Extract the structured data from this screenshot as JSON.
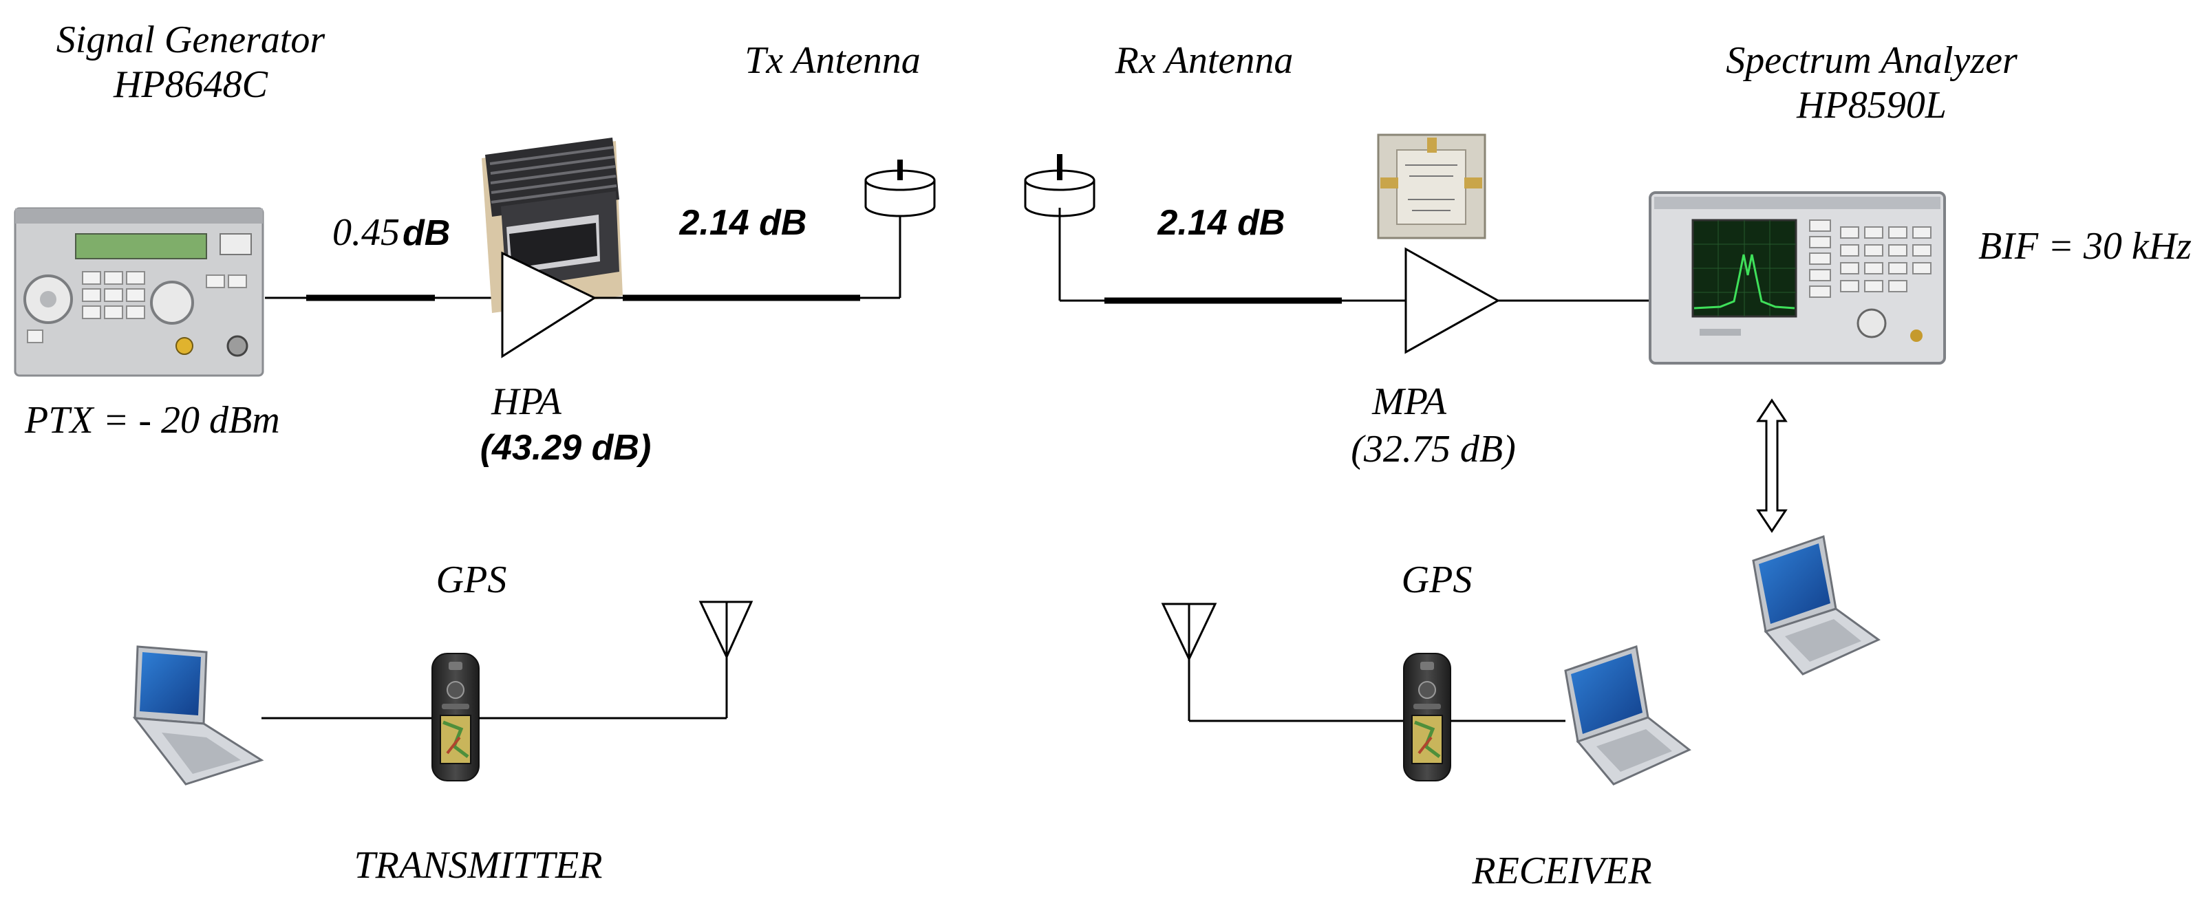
{
  "transmitter": {
    "signal_generator": {
      "title": "Signal Generator",
      "model": "HP8648C"
    },
    "tx_power": "PTX = - 20 dBm",
    "cable1_loss": "0.45",
    "cable1_unit": "dB",
    "hpa": {
      "name": "HPA",
      "gain": "(43.29 dB)"
    },
    "cable2_loss": "2.14 dB",
    "antenna": "Tx Antenna",
    "gps": "GPS",
    "section_title": "TRANSMITTER"
  },
  "receiver": {
    "antenna": "Rx Antenna",
    "cable_loss": "2.14 dB",
    "mpa": {
      "name": "MPA",
      "gain": "(32.75 dB)"
    },
    "spectrum_analyzer": {
      "title": "Spectrum Analyzer",
      "model": "HP8590L"
    },
    "bif": "BIF = 30 kHz",
    "gps": "GPS",
    "section_title": "RECEIVER"
  },
  "colors": {
    "line": "#000000",
    "laptop_screen": "#1f63b8",
    "laptop_body": "#c9cdd3",
    "instrument_body": "#d9dadc",
    "heatsink": "#2b2b2e",
    "analyzer_screen": "#0f2a12",
    "analyzer_trace": "#3fe05a"
  }
}
